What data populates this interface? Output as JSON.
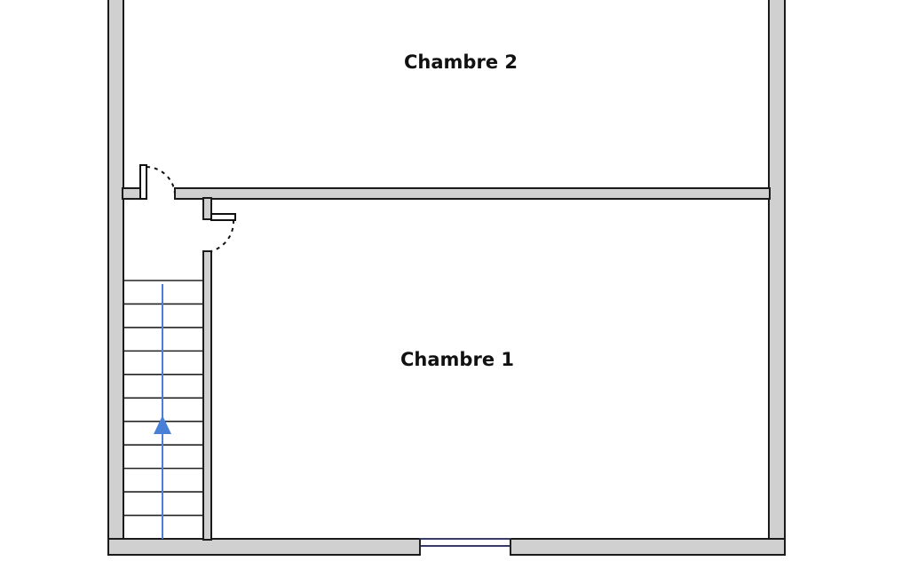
{
  "plan": {
    "rooms": [
      {
        "name": "Chambre 2"
      },
      {
        "name": "Chambre 1"
      }
    ],
    "stair_tread_count": 11,
    "colors": {
      "wall_fill": "#d0d0d0",
      "wall_stroke": "#1a1a1a",
      "arrow": "#4a7fd8",
      "window": "#3a3a6a"
    }
  }
}
